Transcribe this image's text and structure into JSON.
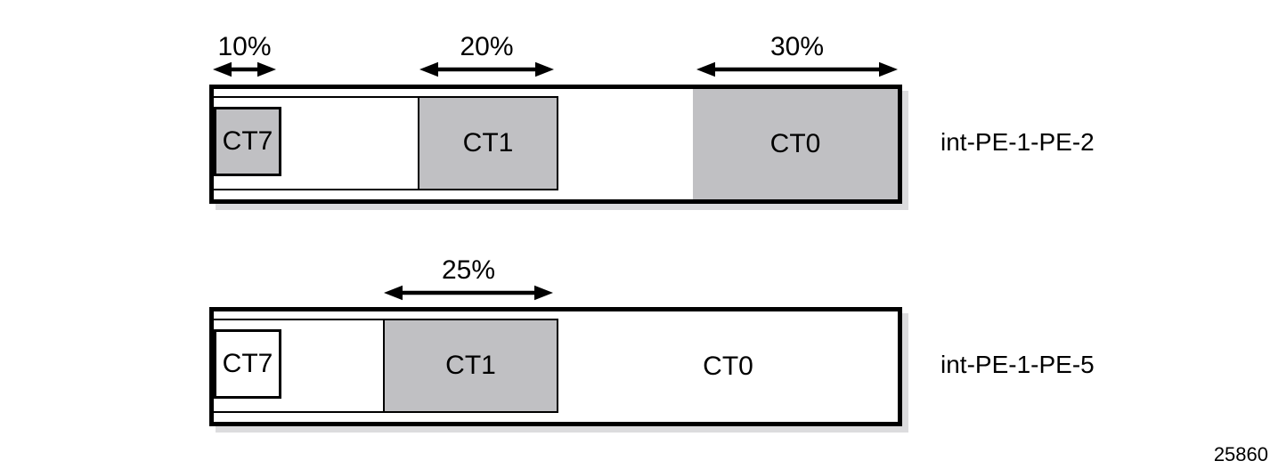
{
  "colors": {
    "outline": "#000000",
    "shaded_fill": "#c0c0c3",
    "unshaded_fill": "#ffffff",
    "shadow": "#dcdcde"
  },
  "figure_number": "25860",
  "bars": [
    {
      "interface": "int-PE-1-PE-2",
      "segments": [
        {
          "label": "CT7",
          "shaded": true
        },
        {
          "label": "CT1",
          "shaded": true
        },
        {
          "label": "CT0",
          "shaded": true
        }
      ],
      "annotations": [
        {
          "label": "10%",
          "applies_to": "CT7"
        },
        {
          "label": "20%",
          "applies_to": "CT1"
        },
        {
          "label": "30%",
          "applies_to": "CT0"
        }
      ]
    },
    {
      "interface": "int-PE-1-PE-5",
      "segments": [
        {
          "label": "CT7",
          "shaded": false
        },
        {
          "label": "CT1",
          "shaded": true
        },
        {
          "label": "CT0",
          "shaded": false
        }
      ],
      "annotations": [
        {
          "label": "25%",
          "applies_to": "CT1"
        }
      ]
    }
  ],
  "chart_data": {
    "type": "bar",
    "title": "",
    "bars": [
      {
        "name": "int-PE-1-PE-2",
        "segments": [
          {
            "class": "CT7",
            "share_pct": 10,
            "shaded": true
          },
          {
            "class": "CT1",
            "share_pct": 20,
            "shaded": true
          },
          {
            "class": "CT0",
            "share_pct": 30,
            "shaded": true
          }
        ]
      },
      {
        "name": "int-PE-1-PE-5",
        "segments": [
          {
            "class": "CT7",
            "share_pct": null,
            "shaded": false
          },
          {
            "class": "CT1",
            "share_pct": 25,
            "shaded": true
          },
          {
            "class": "CT0",
            "share_pct": null,
            "shaded": false
          }
        ]
      }
    ]
  }
}
